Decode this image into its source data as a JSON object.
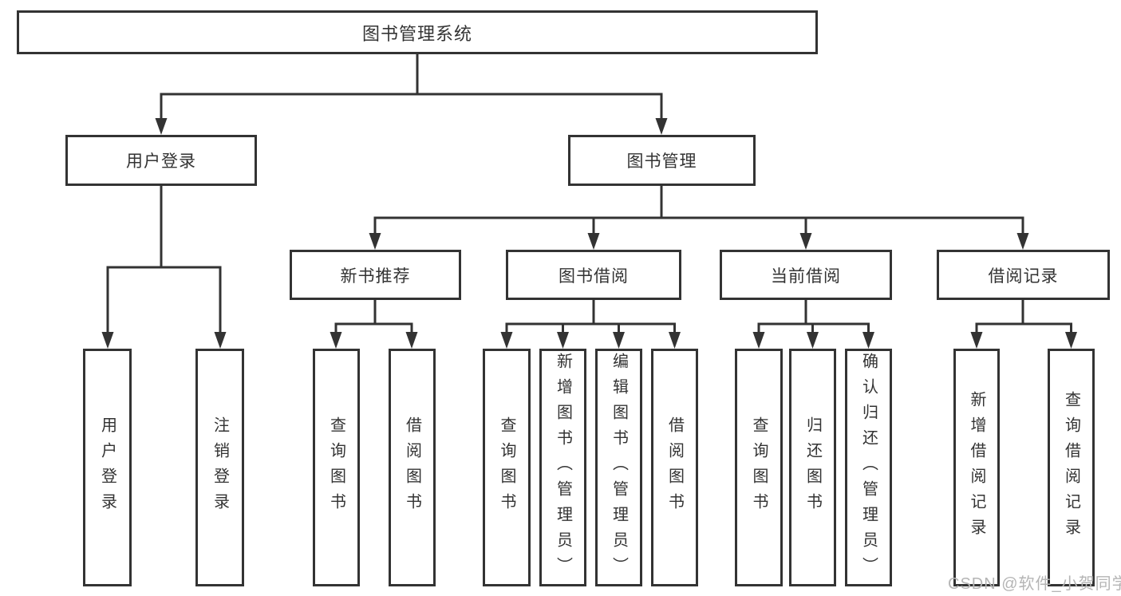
{
  "diagram": {
    "root": {
      "label": "图书管理系统"
    },
    "level2": [
      {
        "label": "用户登录"
      },
      {
        "label": "图书管理"
      }
    ],
    "level3": [
      {
        "label": "新书推荐"
      },
      {
        "label": "图书借阅"
      },
      {
        "label": "当前借阅"
      },
      {
        "label": "借阅记录"
      }
    ],
    "leaves": {
      "user_login": [
        "用户登录",
        "注销登录"
      ],
      "new_book": [
        "查询图书",
        "借阅图书"
      ],
      "book_borrow": [
        "查询图书",
        "新增图书（管理员）",
        "编辑图书（管理员）",
        "借阅图书"
      ],
      "current_borrow": [
        "查询图书",
        "归还图书",
        "确认归还（管理员）"
      ],
      "borrow_record": [
        "新增借阅记录",
        "查询借阅记录"
      ]
    }
  },
  "watermark": {
    "text": "CSDN @软件_小贺同学"
  },
  "colors": {
    "line": "#333333",
    "text": "#333333",
    "box_background": "#ffffff",
    "page_background": "#ffffff",
    "watermark": "#b5b5b5"
  }
}
